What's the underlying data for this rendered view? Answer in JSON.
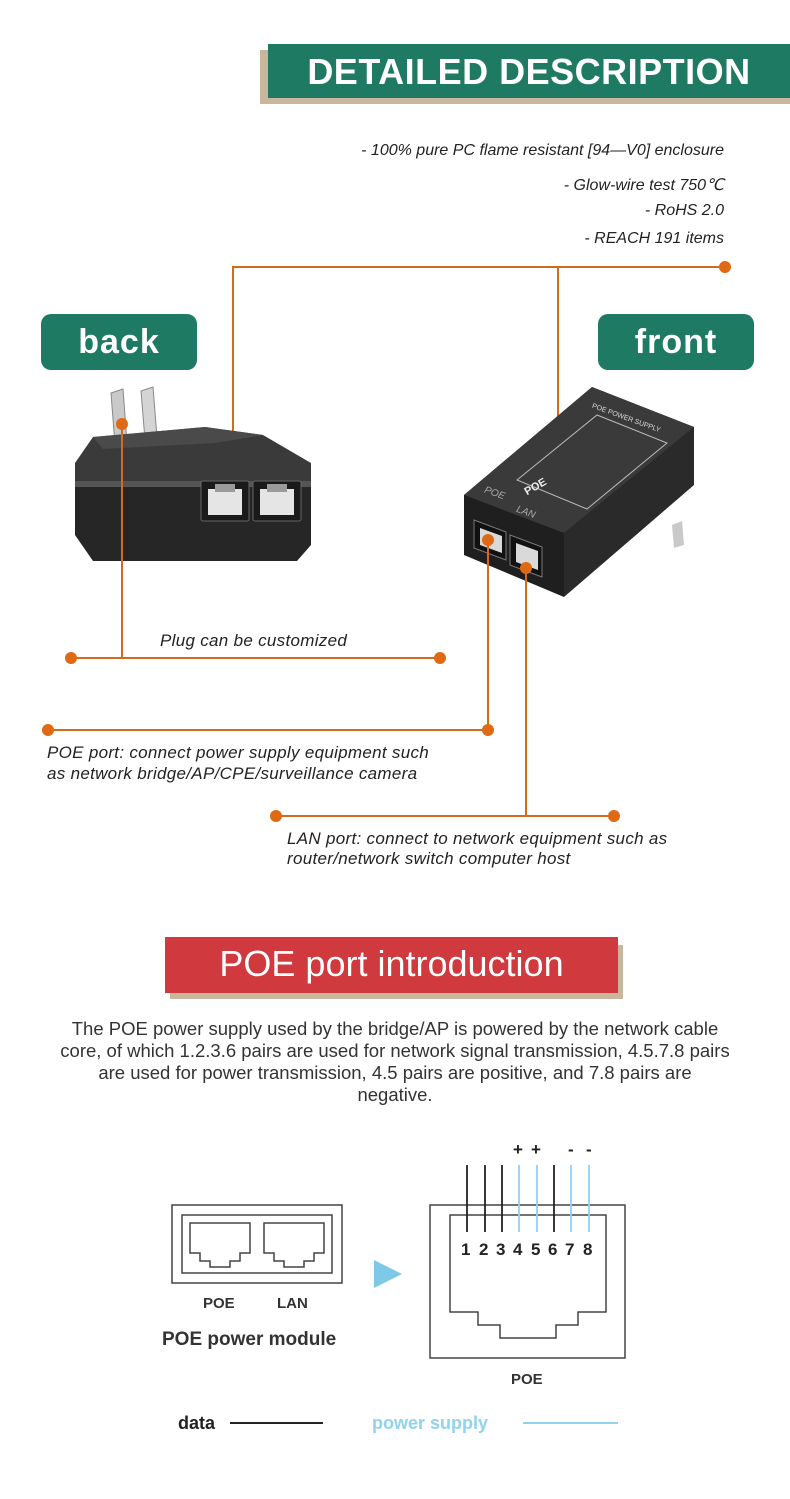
{
  "header": {
    "title": "DETAILED DESCRIPTION"
  },
  "features": [
    "- 100% pure PC flame resistant [94—V0] enclosure",
    "- Glow-wire test 750℃",
    "- RoHS 2.0",
    "- REACH 191 items"
  ],
  "tags": {
    "back": "back",
    "front": "front"
  },
  "device_front": {
    "label_title": "POE POWER SUPPLY",
    "brand": "POE",
    "port_left": "POE",
    "port_right": "LAN"
  },
  "callouts": {
    "plug": "Plug can be customized",
    "poe_port": [
      "POE port: connect power supply equipment such",
      "as network bridge/AP/CPE/surveillance camera"
    ],
    "lan_port": [
      "LAN port: connect to network equipment such as",
      "router/network switch computer host"
    ]
  },
  "poe_intro": {
    "title": "POE port introduction",
    "description": "The POE power supply used by the bridge/AP is powered by the network cable core, of which 1.2.3.6 pairs are used for network signal transmission, 4.5.7.8 pairs are used for power transmission, 4.5 pairs are positive, and 7.8 pairs are negative."
  },
  "diagram": {
    "module_port_labels": [
      "POE",
      "LAN"
    ],
    "module_title": "POE power module",
    "pins": [
      "1",
      "2",
      "3",
      "4",
      "5",
      "6",
      "7",
      "8"
    ],
    "polarity": [
      "+",
      "+",
      "-",
      "-"
    ],
    "jack_label": "POE",
    "legend_data": "data",
    "legend_power": "power supply",
    "colors": {
      "data_wire": "#222222",
      "power_wire": "#8fd3ee",
      "arrow": "#7ec8e8"
    }
  }
}
